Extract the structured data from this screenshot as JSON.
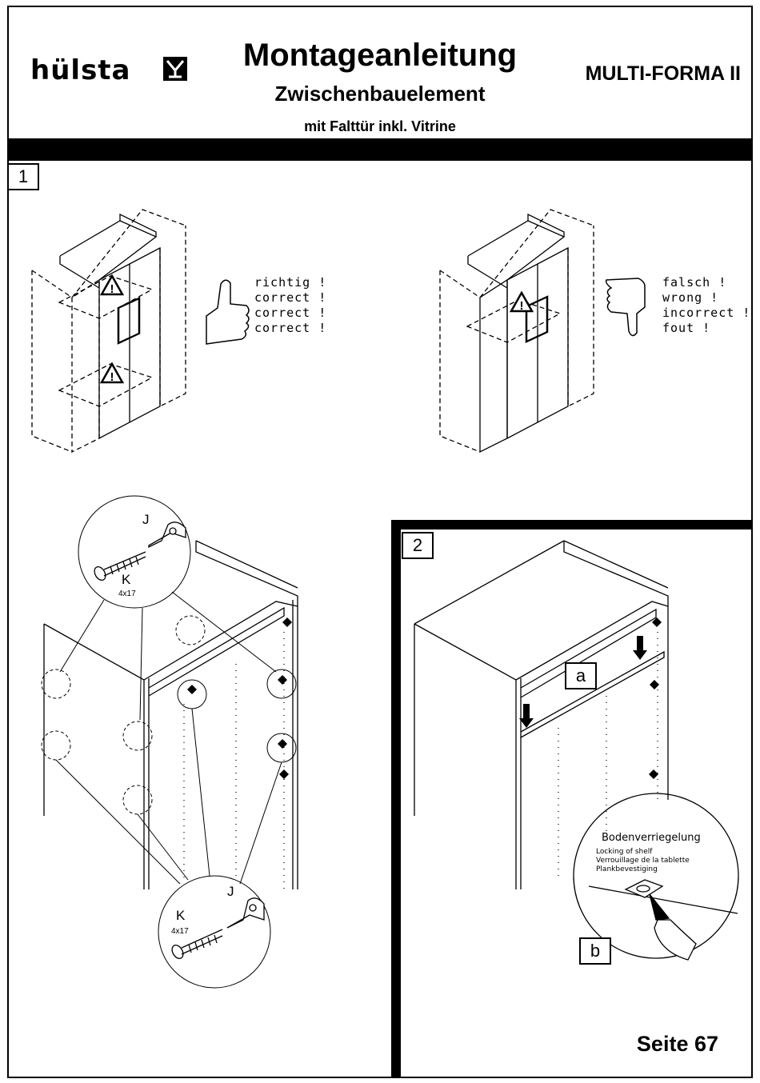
{
  "header": {
    "logo": "hülsta",
    "title": "Montageanleitung",
    "subtitle": "Zwischenbauelement",
    "subtitle2": "mit Falttür inkl. Vitrine",
    "model": "MULTI-FORMA II"
  },
  "step1": {
    "number": "1",
    "correct_lines": [
      "richtig !",
      "correct !",
      "correct !",
      "correct !"
    ],
    "wrong_lines": [
      "falsch !",
      "wrong !",
      "incorrect !",
      "fout !"
    ],
    "detail_top": {
      "part": "J",
      "screw": "K",
      "screw_size": "4x17"
    },
    "detail_bottom": {
      "part": "J",
      "screw": "K",
      "screw_size": "4x17"
    }
  },
  "step2": {
    "number": "2",
    "label_a": "a",
    "label_b": "b",
    "callout_title": "Bodenverriegelung",
    "callout_lines": [
      "Locking of shelf",
      "Verrouillage de la tablette",
      "Plankbevestiging"
    ]
  },
  "footer": {
    "page": "Seite 67"
  }
}
